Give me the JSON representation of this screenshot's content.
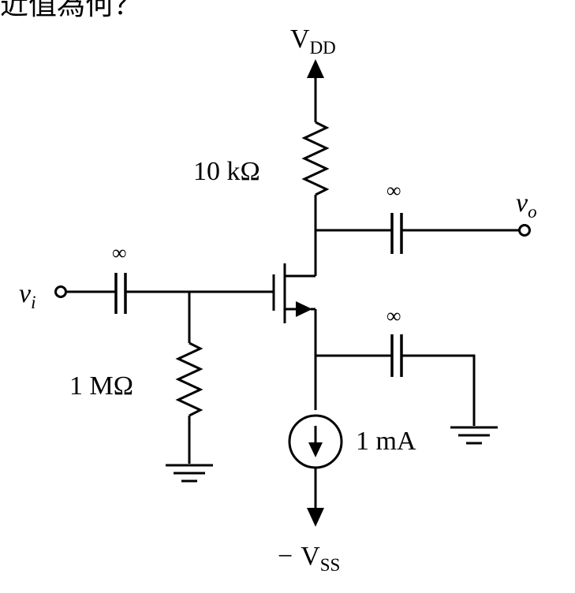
{
  "header": {
    "fragment_text": "近值為何？"
  },
  "supplies": {
    "vdd_main": "V",
    "vdd_sub": "DD",
    "vss_minus": "−",
    "vss_main": "V",
    "vss_sub": "SS"
  },
  "components": {
    "drain_resistor": "10 kΩ",
    "gate_resistor": "1 MΩ",
    "current_source": "1 mA",
    "input_coupling_cap": "∞",
    "output_coupling_cap": "∞",
    "bypass_cap": "∞"
  },
  "nodes": {
    "input_main": "v",
    "input_sub": "i",
    "output_main": "v",
    "output_sub": "o"
  }
}
